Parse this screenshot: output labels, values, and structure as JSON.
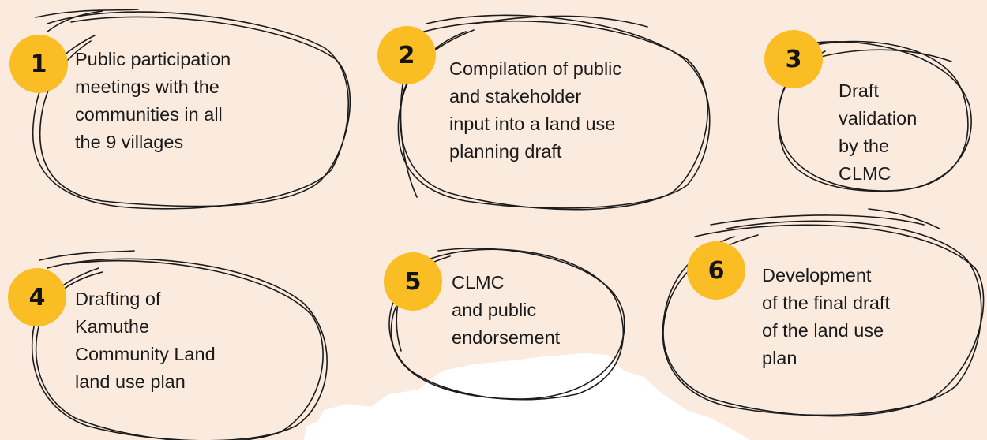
{
  "background_color": "#fbebdf",
  "badge_color": "#fbbd24",
  "steps": [
    {
      "number": "1",
      "text": "Public participation\nmeetings with the\ncommunities in all\nthe 9 villages"
    },
    {
      "number": "2",
      "text": "Compilation of public\nand stakeholder\ninput into a land use\nplanning draft"
    },
    {
      "number": "3",
      "text": "Draft\nvalidation\nby the\nCLMC"
    },
    {
      "number": "4",
      "text": "Drafting of\nKamuthe\nCommunity Land\nland use plan"
    },
    {
      "number": "5",
      "text": "CLMC\nand public\nendorsement"
    },
    {
      "number": "6",
      "text": "Development\nof the final draft\nof the land use\nplan"
    }
  ]
}
